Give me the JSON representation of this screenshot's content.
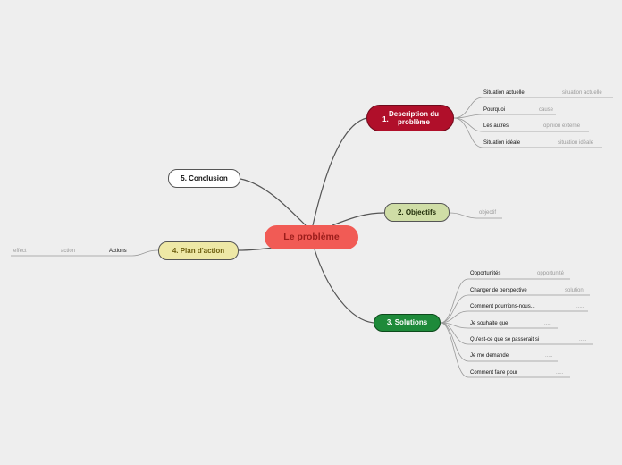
{
  "central": {
    "label": "Le problème"
  },
  "description": {
    "number": "1.",
    "label": "Description du problème",
    "items": [
      {
        "label": "Situation actuelle",
        "value": "situation actuelle"
      },
      {
        "label": "Pourquoi",
        "value": "cause"
      },
      {
        "label": "Les autres",
        "value": "opinion externe"
      },
      {
        "label": "Situation idéale",
        "value": "situation idéale"
      }
    ]
  },
  "objectifs": {
    "label": "2. Objectifs",
    "items": [
      {
        "value": "objectif"
      }
    ]
  },
  "solutions": {
    "label": "3. Solutions",
    "items": [
      {
        "label": "Opportunités",
        "value": "opportunité"
      },
      {
        "label": "Changer de perspective",
        "value": "solution"
      },
      {
        "label": "Comment pourrions-nous...",
        "value": "....."
      },
      {
        "label": "Je souhaite que",
        "value": "....."
      },
      {
        "label": "Qu'est-ce que se passerait si",
        "value": "....."
      },
      {
        "label": "Je me demande",
        "value": "....."
      },
      {
        "label": "Comment faire pour",
        "value": "....."
      }
    ]
  },
  "plan": {
    "label": "4. Plan d'action",
    "items": [
      {
        "label": "Actions",
        "action": "action",
        "effect": "effect"
      }
    ]
  },
  "conclusion": {
    "label": "5. Conclusion"
  },
  "colors": {
    "background": "#eeeeee",
    "central": "#f15b55",
    "description": "#b00f2a",
    "objectifs": "#cfdda6",
    "solutions": "#1e8a3a",
    "plan": "#eee8a6",
    "conclusion": "#ffffff",
    "connector": "#555555",
    "leaf-line": "#999999"
  }
}
